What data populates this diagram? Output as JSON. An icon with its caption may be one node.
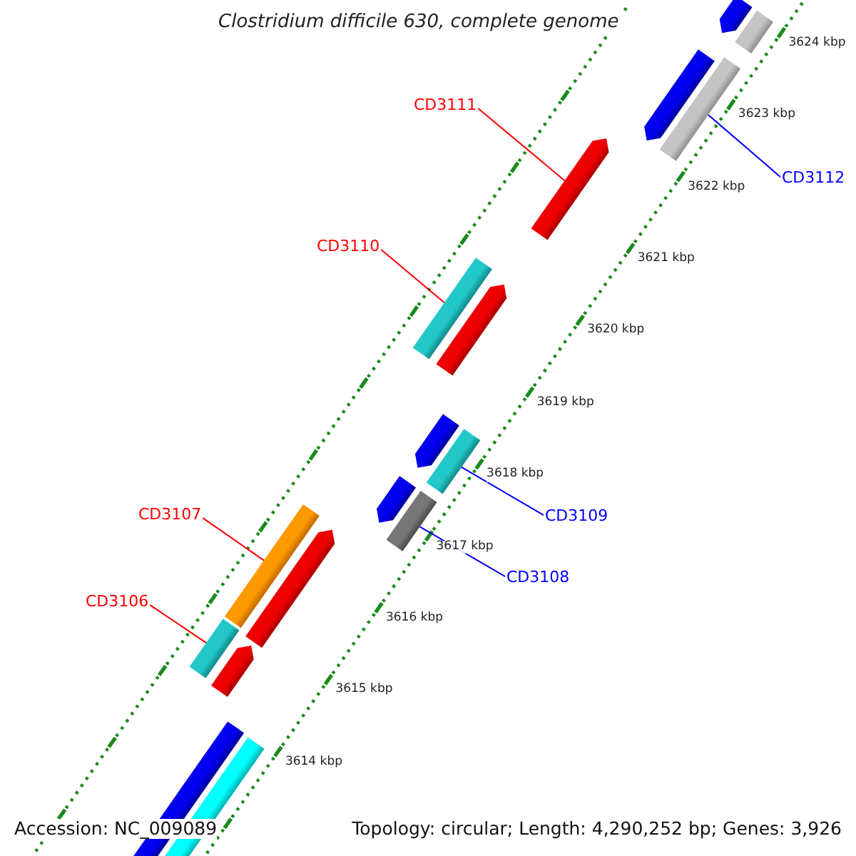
{
  "diagram": {
    "title": "Clostridium difficile 630, complete genome",
    "nodes": [
      {
        "text": [
          "CD3111"
        ]
      },
      {
        "text": [
          "CD3112"
        ]
      },
      {
        "text": [
          "CD3110"
        ]
      },
      {
        "text": [
          "CD3107"
        ]
      },
      {
        "text": [
          "CD3109"
        ]
      },
      {
        "text": [
          "CD3108"
        ]
      },
      {
        "text": [
          "CD3106"
        ]
      },
      {
        "text": [],
        "shape": "bar"
      },
      {
        "text": [],
        "shape": "bar"
      },
      {
        "text": [],
        "shape": "bar"
      },
      {
        "text": [],
        "shape": "bar"
      },
      {
        "text": [],
        "shape": "bar"
      },
      {
        "text": [],
        "shape": "bar"
      },
      {
        "text": [],
        "shape": "bar"
      }
    ],
    "edges": [
      {
        "from": 0,
        "to": 7,
        "arrow": "none"
      },
      {
        "from": 1,
        "to": 8,
        "arrow": "none",
        "color": "#0000ff"
      },
      {
        "from": 2,
        "to": 9,
        "arrow": "none"
      },
      {
        "from": 3,
        "to": 10,
        "arrow": "none"
      },
      {
        "from": 4,
        "to": 11,
        "arrow": "none",
        "color": "#0000ff"
      },
      {
        "from": 5,
        "to": 12,
        "arrow": "none",
        "color": "#0000ff"
      },
      {
        "from": 6,
        "to": 13,
        "arrow": "none"
      }
    ],
    "labels": [
      "3624 kbp",
      "3623 kbp",
      "3622 kbp",
      "3621 kbp",
      "3620 kbp",
      "3619 kbp",
      "3618 kbp",
      "3617 kbp",
      "3616 kbp",
      "3615 kbp",
      "3614 kbp",
      "Accession: NC_009089",
      "Topology: circular; Length: 4,290,252 bp; Genes: 3,926"
    ]
  }
}
